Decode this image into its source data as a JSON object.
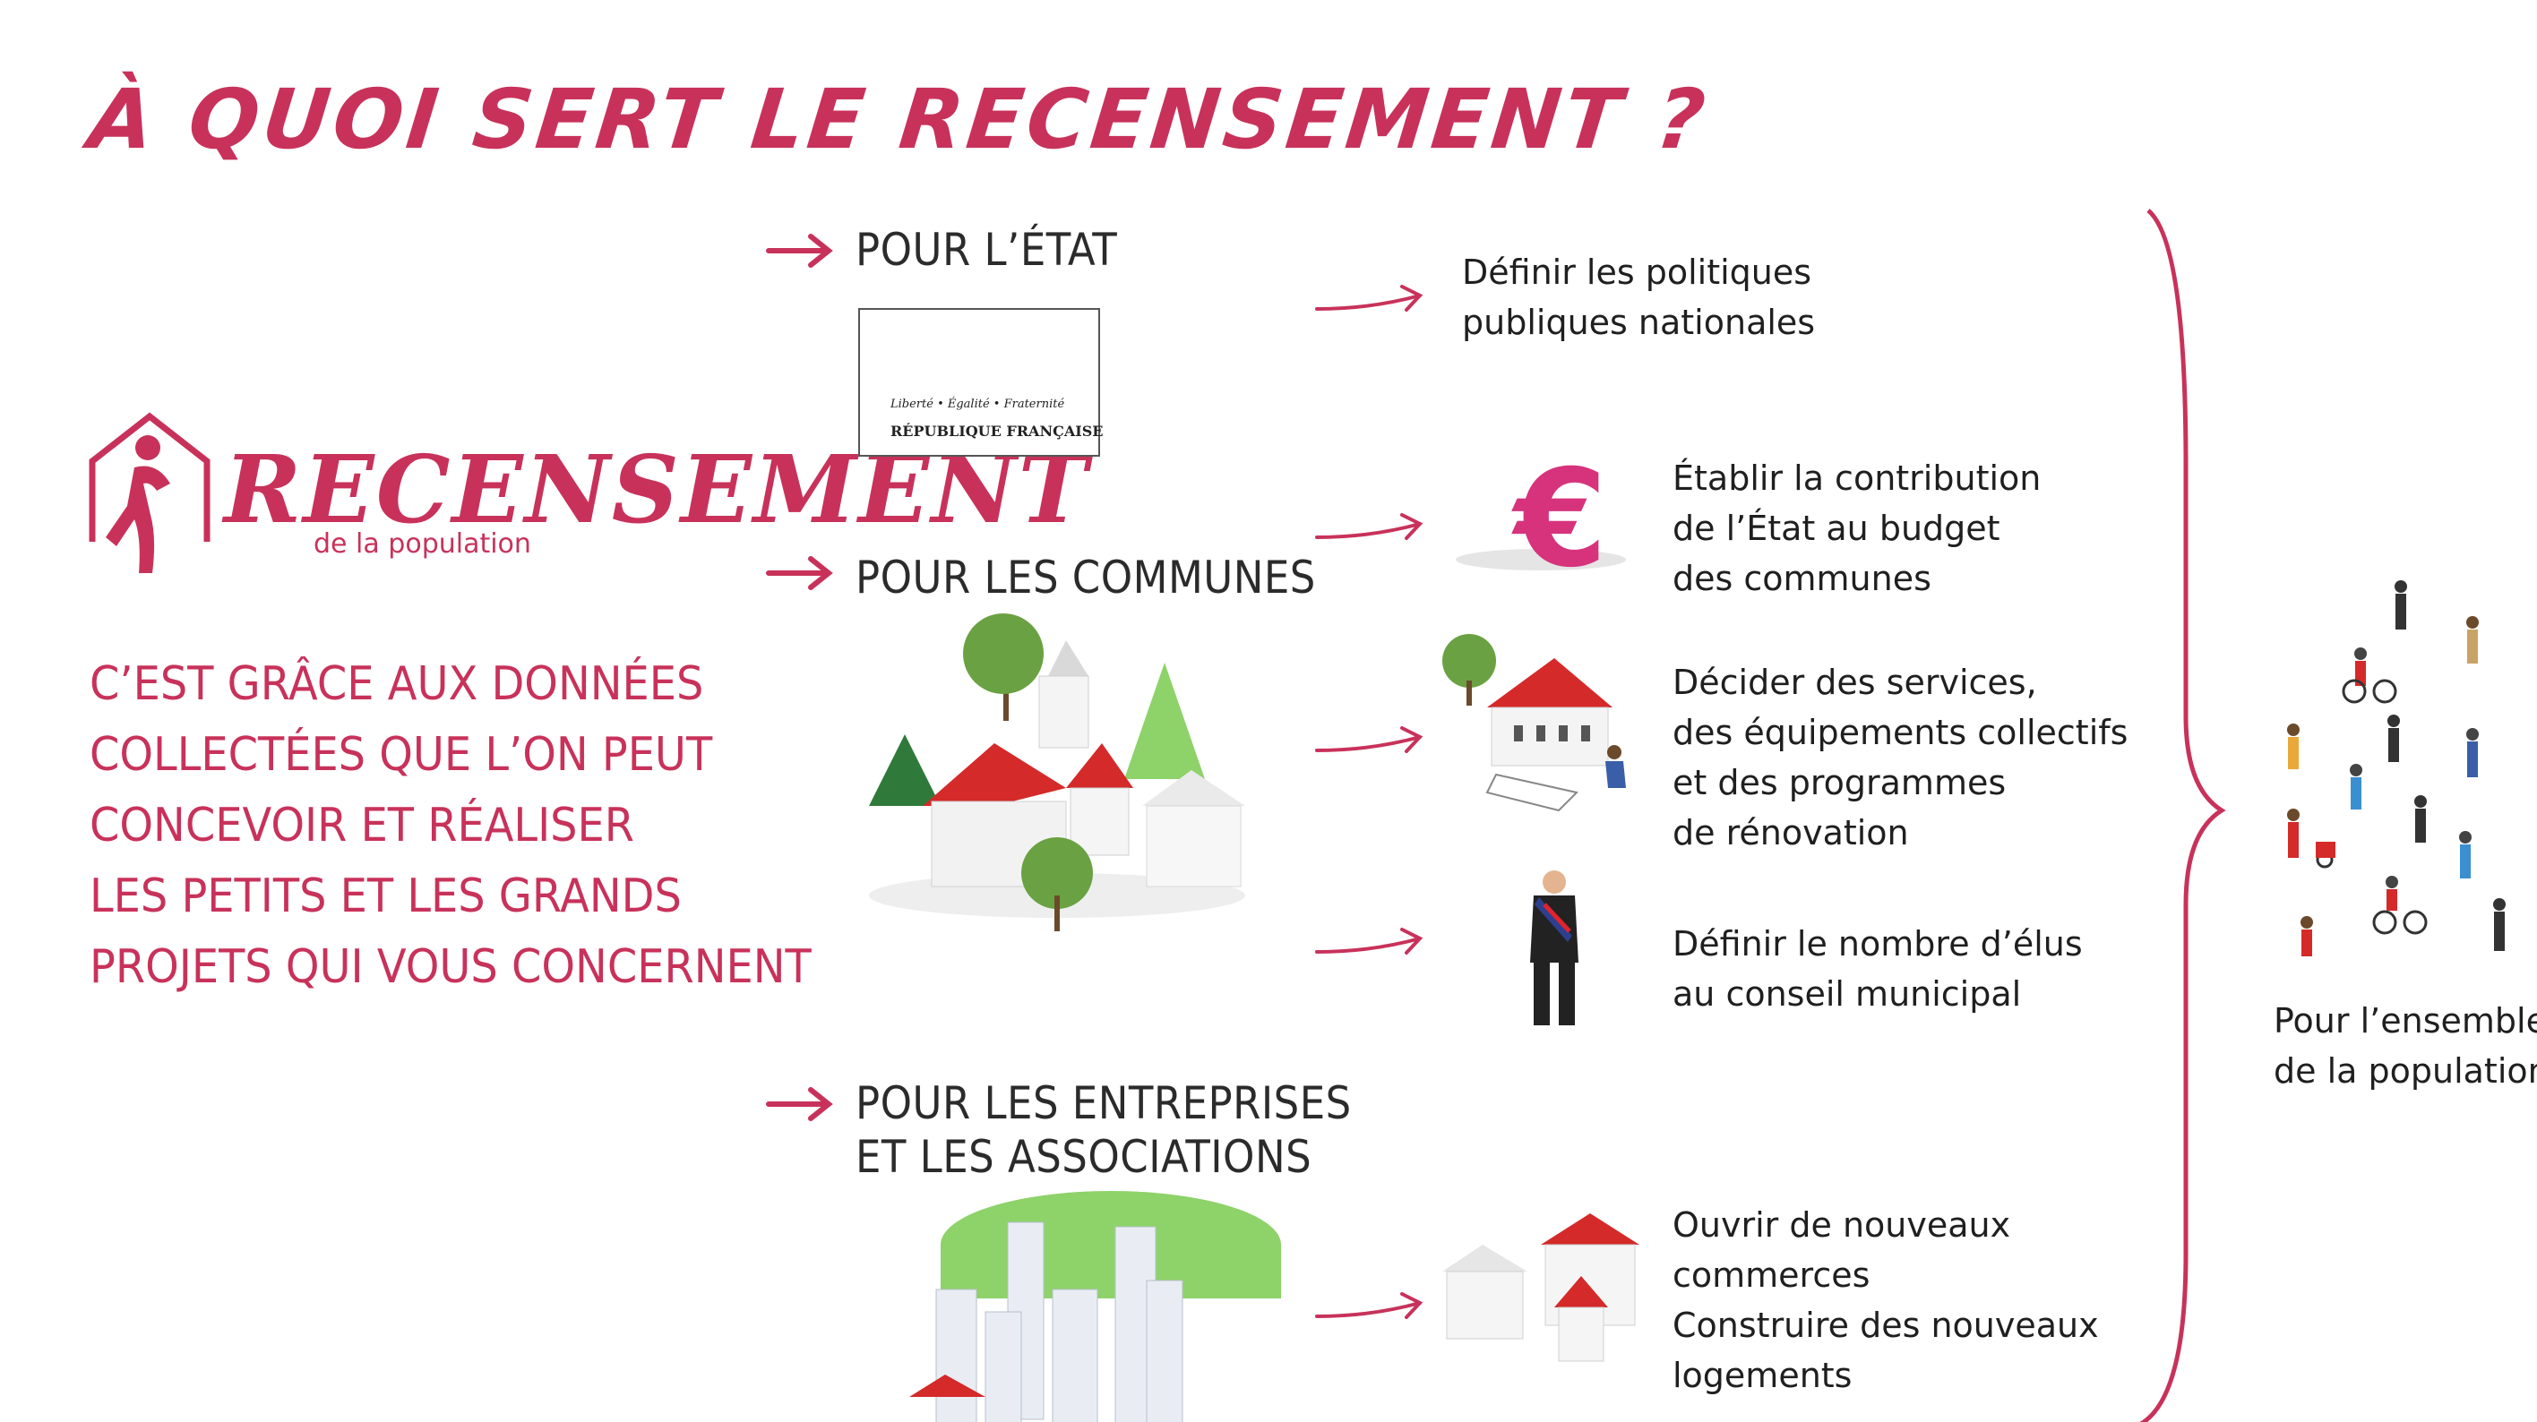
{
  "title": "À QUOI SERT LE RECENSEMENT ?",
  "logo": {
    "word": "RECENSEMENT",
    "sub": "de la population",
    "icon": "house-runner-icon"
  },
  "intro_lines": [
    "C’EST GRÂCE AUX DONNÉES",
    "COLLECTÉES QUE L’ON PEUT",
    "CONCEVOIR ET RÉALISER",
    "LES PETITS ET LES GRANDS",
    "PROJETS QUI VOUS CONCERNENT"
  ],
  "sections": {
    "etat": "POUR L’ÉTAT",
    "communes": "POUR LES COMMUNES",
    "entreprises": [
      "POUR LES ENTREPRISES",
      "ET LES ASSOCIATIONS"
    ]
  },
  "republique": {
    "motto": "Liberté • Égalité • Fraternité",
    "name": "RÉPUBLIQUE FRANÇAISE"
  },
  "uses": {
    "politiques": [
      "Définir les politiques",
      "publiques nationales"
    ],
    "budget": [
      "Établir la contribution",
      "de l’État au budget",
      "des communes"
    ],
    "services": [
      "Décider des services,",
      "des équipements collectifs",
      "et des programmes",
      "de rénovation"
    ],
    "elus": [
      "Définir le nombre d’élus",
      "au conseil municipal"
    ],
    "commerces": [
      "Ouvrir de nouveaux",
      "commerces",
      "Construire des nouveaux",
      "logements"
    ]
  },
  "euro_symbol": "€",
  "population": [
    "Pour l’ensemble",
    "de la population"
  ],
  "colors": {
    "accent": "#c8325a",
    "euro": "#d6337c",
    "text": "#1f1f1f"
  }
}
